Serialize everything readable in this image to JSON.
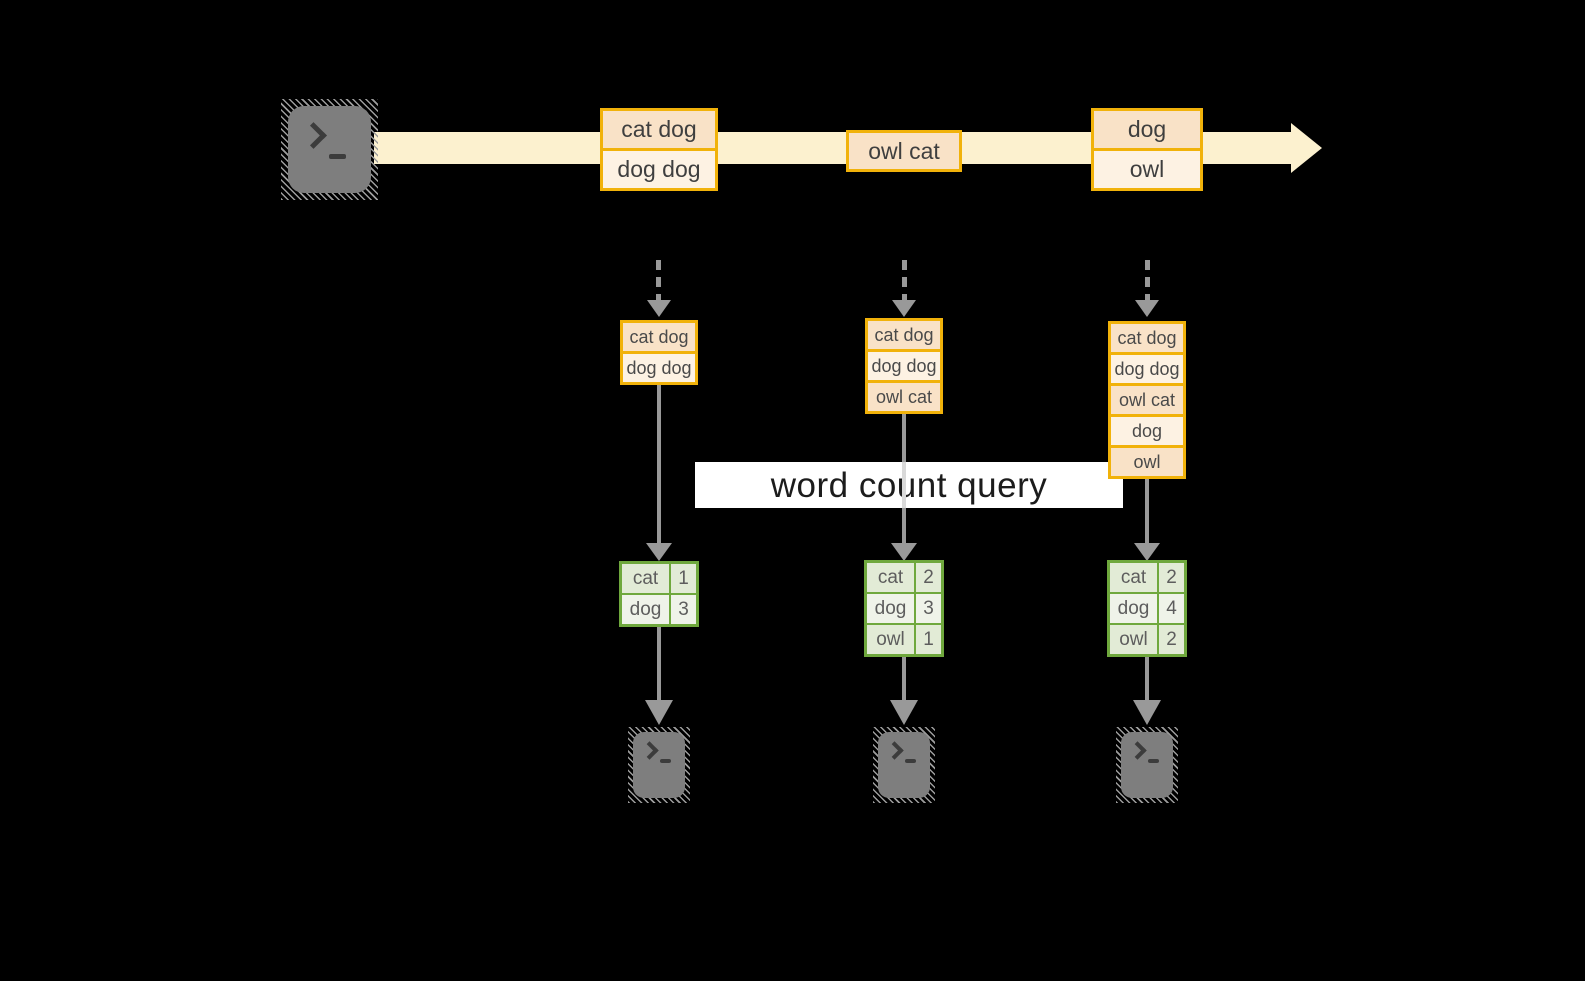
{
  "diagram": {
    "query_label": "word count query",
    "stream": {
      "source_icon": "terminal-icon",
      "batches": [
        {
          "lines": [
            "cat dog",
            "dog dog"
          ]
        },
        {
          "lines": [
            "owl cat"
          ]
        },
        {
          "lines": [
            "dog",
            "owl"
          ]
        }
      ]
    },
    "columns": [
      {
        "input_events": [
          "cat dog",
          "dog dog"
        ],
        "counts": [
          {
            "word": "cat",
            "count": "1"
          },
          {
            "word": "dog",
            "count": "3"
          }
        ]
      },
      {
        "input_events": [
          "cat dog",
          "dog dog",
          "owl cat"
        ],
        "counts": [
          {
            "word": "cat",
            "count": "2"
          },
          {
            "word": "dog",
            "count": "3"
          },
          {
            "word": "owl",
            "count": "1"
          }
        ]
      },
      {
        "input_events": [
          "cat dog",
          "dog dog",
          "owl cat",
          "dog",
          "owl"
        ],
        "counts": [
          {
            "word": "cat",
            "count": "2"
          },
          {
            "word": "dog",
            "count": "4"
          },
          {
            "word": "owl",
            "count": "2"
          }
        ]
      }
    ],
    "colors": {
      "background": "#000000",
      "stream_fill": "#fcf1cf",
      "event_fill_dark": "#f9e2c7",
      "event_fill_light": "#fdf2e3",
      "event_border": "#f1b20a",
      "table_border": "#6fa83d",
      "table_fill_dark": "#e2ebd6",
      "table_fill_light": "#eff3e9",
      "arrow_gray": "#999999",
      "terminal_gray": "#7e7e7e",
      "query_band_bg": "#ffffff"
    }
  }
}
